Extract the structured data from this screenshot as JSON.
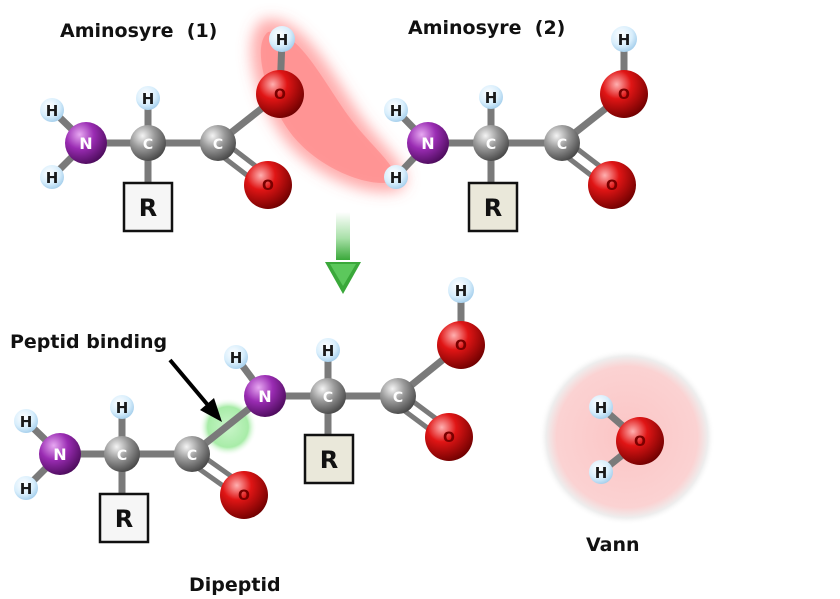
{
  "labels": {
    "aa1": "Aminosyre  (1)",
    "aa2": "Aminosyre  (2)",
    "peptide_bond": "Peptid binding",
    "dipeptide": "Dipeptid",
    "water": "Vann"
  },
  "atoms": {
    "N": "N",
    "C": "C",
    "O": "O",
    "H": "H",
    "R": "R"
  },
  "colors": {
    "nitrogen": "#8a1fa0",
    "carbon": "#8c8c8c",
    "oxygen": "#d40f0f",
    "hydrogen": "#cfe9fb",
    "bond": "#7a7a7a",
    "highlight": "#ff6b6b",
    "arrow": "#3cb33c",
    "peptide_glow": "#9be89b",
    "water_glow": "#fbcaca"
  }
}
